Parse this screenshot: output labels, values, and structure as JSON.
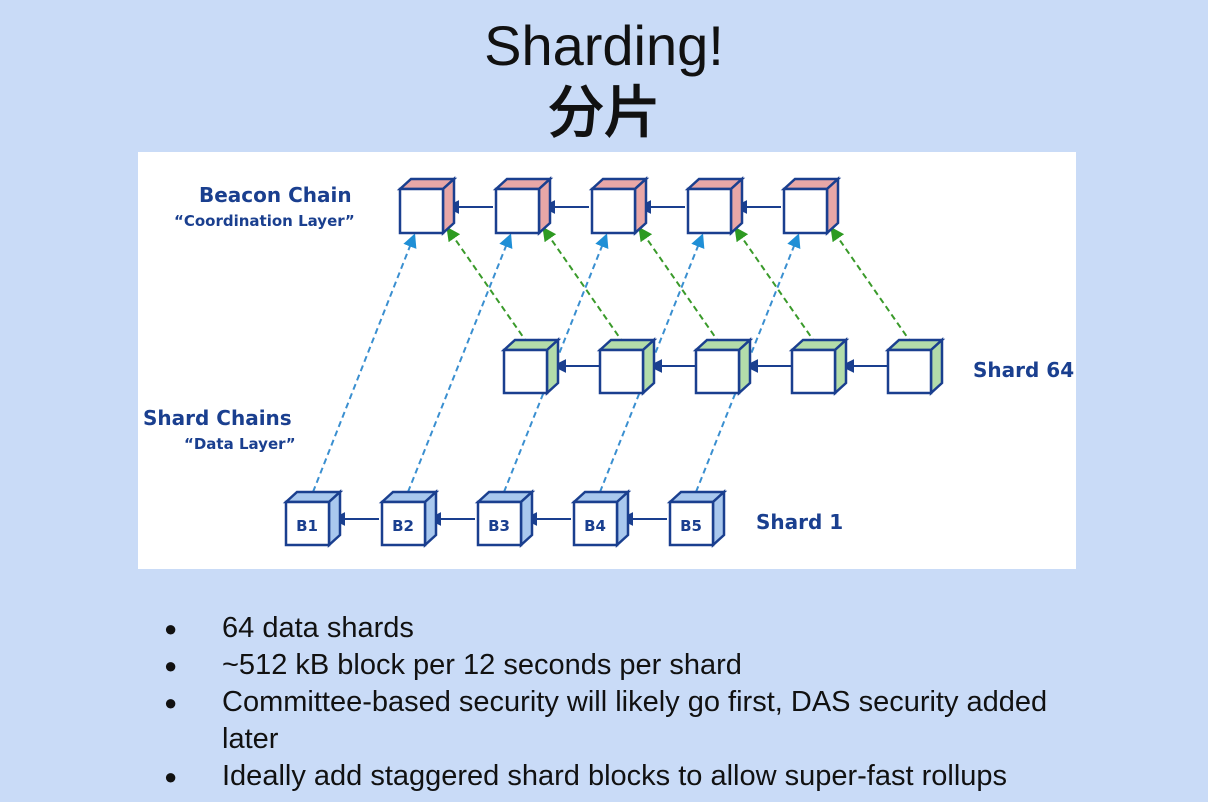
{
  "slide": {
    "title": "Sharding!",
    "subtitle": "分片"
  },
  "diagram": {
    "beacon_label": "Beacon Chain",
    "beacon_sublabel": "“Coordination Layer”",
    "shard_chains_label": "Shard Chains",
    "shard_chains_sublabel": "“Data Layer”",
    "shard64_label": "Shard 64",
    "shard1_label": "Shard 1",
    "shard1_blocks": [
      "B1",
      "B2",
      "B3",
      "B4",
      "B5"
    ],
    "colors": {
      "beacon_side": "#e8a7a7",
      "shard64_side": "#b3dcaa",
      "shard1_side": "#a9c8ee",
      "outline": "#1a3f8f",
      "blue_dashed": "#3a8fd0",
      "green_dashed": "#3a9a2a"
    }
  },
  "bullets": [
    "64 data shards",
    "~512 kB block per 12 seconds per shard",
    "Committee-based security will likely go first, DAS security added later",
    "Ideally add staggered shard blocks to allow super-fast rollups"
  ]
}
